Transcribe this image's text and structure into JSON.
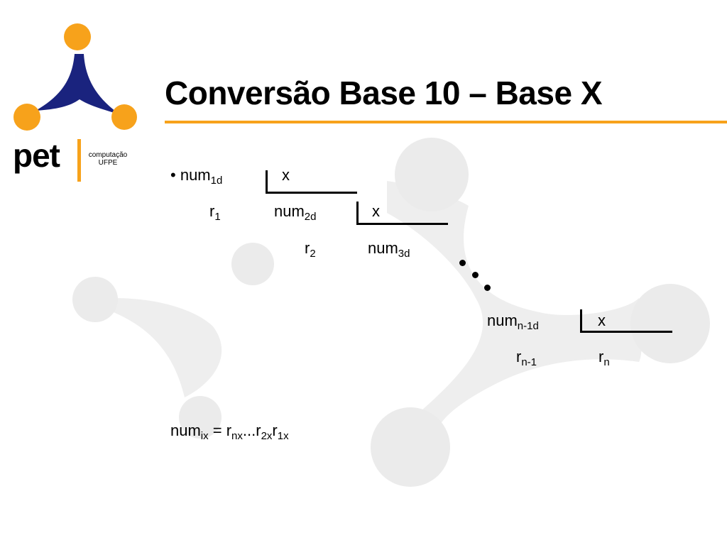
{
  "slide": {
    "title": "Conversão Base 10 – Base X",
    "accent_color": "#f7a21b",
    "logo_navy": "#1a237e"
  },
  "logo": {
    "word": "pet",
    "line1": "computação",
    "line2": "UFPE"
  },
  "division": {
    "bullet": "•",
    "step1": {
      "num_base": "num",
      "num_sub": "1d",
      "divisor": "x",
      "rem_base": "r",
      "rem_sub": "1"
    },
    "step2": {
      "num_base": "num",
      "num_sub": "2d",
      "divisor": "x",
      "rem_base": "r",
      "rem_sub": "2"
    },
    "step3": {
      "num_base": "num",
      "num_sub": "3d"
    },
    "stepn": {
      "num_base": "num",
      "num_sub": "n-1d",
      "divisor": "x",
      "rem_base": "r",
      "rem_sub": "n-1",
      "last_base": "r",
      "last_sub": "n"
    }
  },
  "formula": {
    "lhs_base": "num",
    "lhs_sub": "ix",
    "eq": " = ",
    "p1_base": "r",
    "p1_sub": "nx",
    "ellipsis": "...",
    "p2_base": "r",
    "p2_sub": "2x",
    "p3_base": "r",
    "p3_sub": "1x"
  }
}
